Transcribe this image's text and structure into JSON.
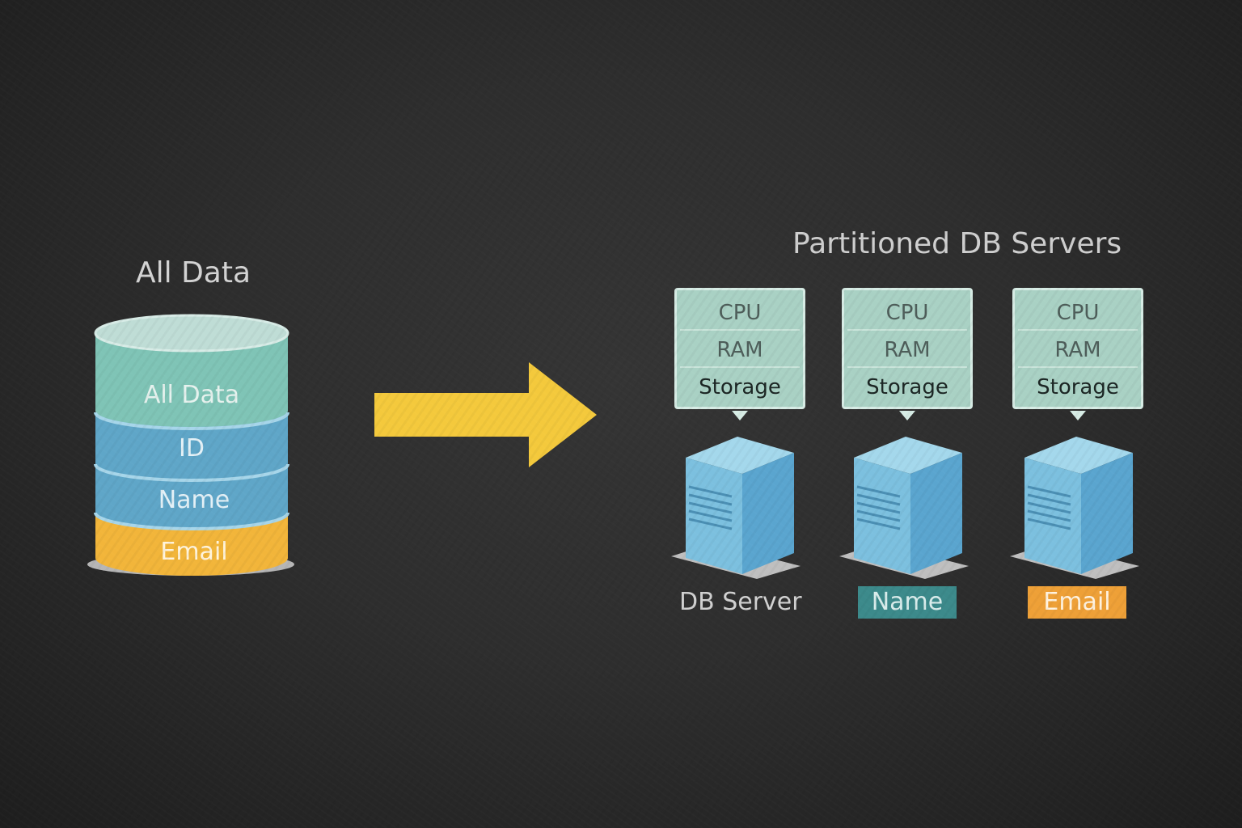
{
  "titles": {
    "source": "All Data",
    "target": "Partitioned DB Servers"
  },
  "database_layers": [
    {
      "label": "All Data",
      "color": "#7fc4b6"
    },
    {
      "label": "ID",
      "color": "#5fa6c8"
    },
    {
      "label": "Name",
      "color": "#5fa6c8"
    },
    {
      "label": "Email",
      "color": "#f2b53a"
    }
  ],
  "arrow_color": "#f4c93c",
  "servers": [
    {
      "specs": [
        "CPU",
        "RAM",
        "Storage"
      ],
      "label": "DB Server"
    },
    {
      "specs": [
        "CPU",
        "RAM",
        "Storage"
      ],
      "label": "Name",
      "label_color": "#3c8a8b"
    },
    {
      "specs": [
        "CPU",
        "RAM",
        "Storage"
      ],
      "label": "Email",
      "label_color": "#eea037"
    }
  ],
  "colors": {
    "background": "#2b2b2b",
    "server_front": "#7cc0df",
    "server_side": "#5aa5cf",
    "server_top": "#a4d8ec",
    "spec_box": "#a9d1c4"
  }
}
